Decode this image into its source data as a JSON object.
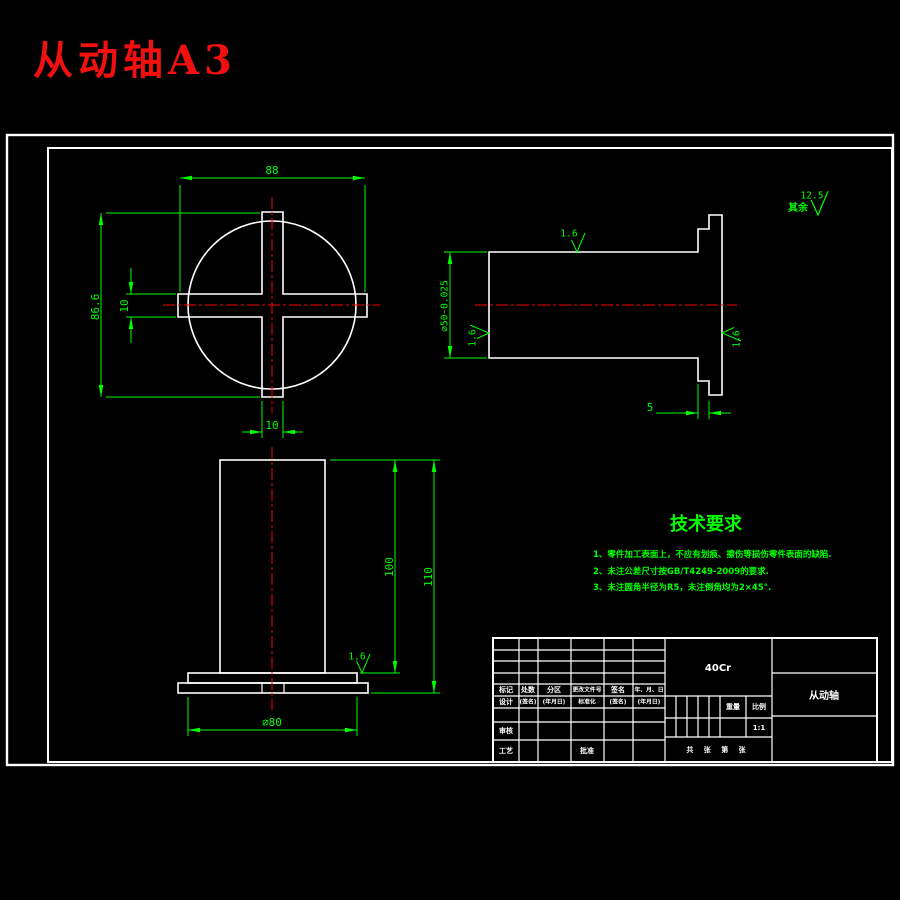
{
  "title": "从动轴A3",
  "general_roughness": {
    "prefix": "其余",
    "value": "12.5"
  },
  "front_view": {
    "dim_width": "88",
    "dim_height": "86.6",
    "slot_width": "10",
    "slot_height": "10"
  },
  "section_view": {
    "dim_diameter": "∅50-0.025",
    "dim_flange_step": "5",
    "roughness_top": "1.6",
    "roughness_left": "1.6",
    "roughness_right": "1.6"
  },
  "side_view": {
    "dim_body_length": "100",
    "dim_total_length": "110",
    "dim_flange_diameter": "∅80",
    "roughness_flange": "1.6"
  },
  "tech_requirements": {
    "title": "技术要求",
    "items": [
      "1、零件加工表面上，不应有划痕、擦伤等损伤零件表面的缺陷.",
      "2、未注公差尺寸按GB/T4249-2009的要求.",
      "3、未注圆角半径为R5，未注倒角均为2×45°."
    ]
  },
  "title_block": {
    "material": "40Cr",
    "part_name": "从动轴",
    "header_row": [
      "标记",
      "处数",
      "分区",
      "更改文件号",
      "签名",
      "年、月、日"
    ],
    "design_row": [
      "设计",
      "(签名)",
      "(年月日)",
      "标准化",
      "(签名)",
      "(年月日)"
    ],
    "check_label": "审核",
    "process_label": "工艺",
    "approve_label": "批准",
    "weight_label": "重量",
    "scale_label": "比例",
    "scale_value": "1:1",
    "sheet_note": "共 张 第 张"
  },
  "colors": {
    "background": "#000000",
    "line": "#ffffff",
    "dimension": "#00ff00",
    "centerline": "#ff0000",
    "hatch": "#00e5e5",
    "title": "#f01010"
  }
}
